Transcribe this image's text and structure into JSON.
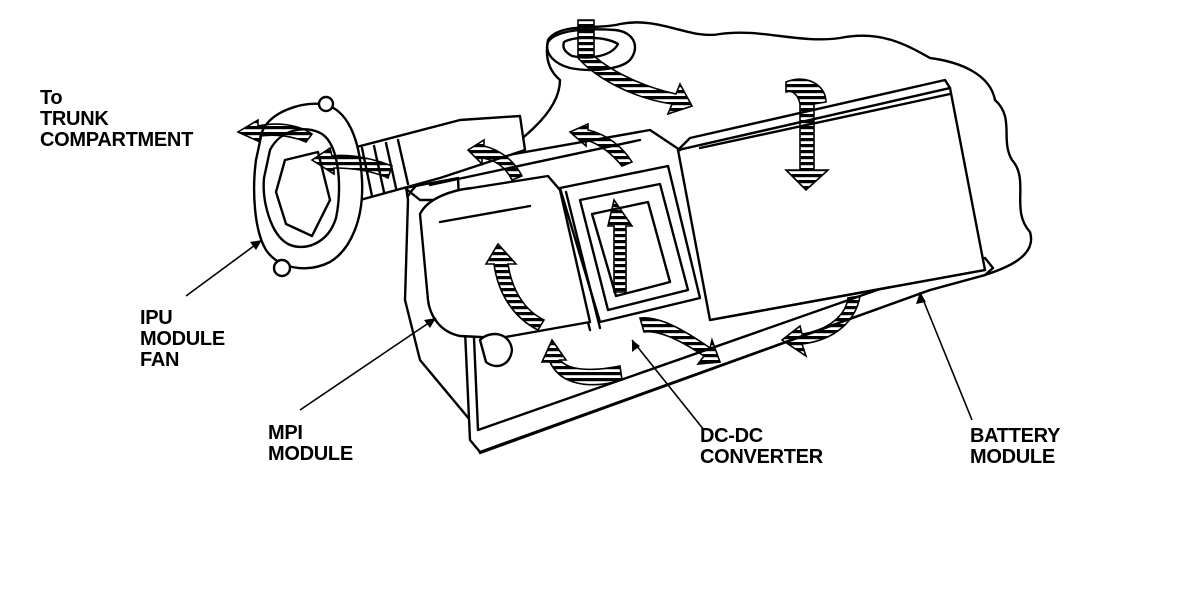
{
  "diagram": {
    "labels": {
      "trunk": [
        "To",
        "TRUNK",
        "COMPARTMENT"
      ],
      "ipu_fan": [
        "IPU",
        "MODULE",
        "FAN"
      ],
      "mpi": [
        "MPI",
        "MODULE"
      ],
      "dcdc": [
        "DC-DC",
        "CONVERTER"
      ],
      "battery": [
        "BATTERY",
        "MODULE"
      ]
    },
    "colors": {
      "ink": "#000000",
      "paper": "#ffffff",
      "shade": "#333333"
    },
    "icons": [
      "airflow-arrow-icon",
      "leader-line-icon"
    ]
  }
}
